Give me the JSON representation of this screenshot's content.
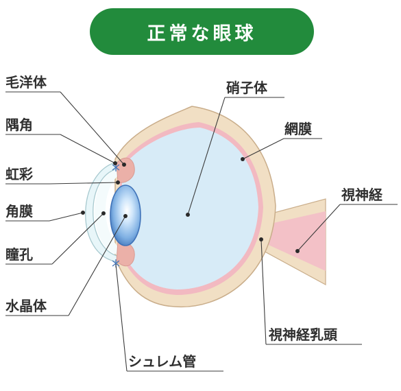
{
  "title": "正常な眼球",
  "labels": {
    "ciliary_body": "毛洋体",
    "angle": "隅角",
    "iris": "虹彩",
    "cornea": "角膜",
    "pupil": "瞳孔",
    "lens": "水晶体",
    "schlemm_canal": "シュレム管",
    "vitreous": "硝子体",
    "retina": "網膜",
    "optic_nerve": "視神経",
    "optic_disc": "視神経乳頭"
  },
  "colors": {
    "title_bg": "#228b3c",
    "sclera": "#f1dfc4",
    "retina_pink": "#f2b9c1",
    "vitreous": "#d7ebf7",
    "cornea": "#e8f6f9",
    "lens_outer": "#3f72b8",
    "iris_tissue": "#ebb0a8"
  }
}
